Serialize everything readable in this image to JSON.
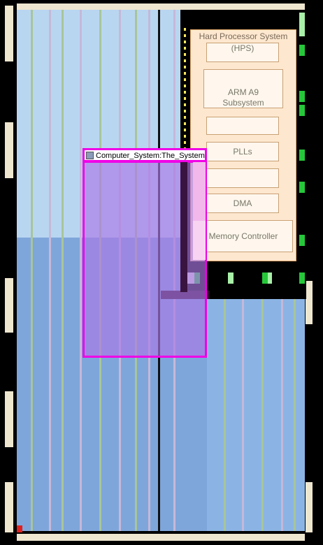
{
  "hps": {
    "title": "Hard Processor System",
    "blocks": [
      "(HPS)",
      "ARM A9\nSubsystem",
      "",
      "PLLs",
      "",
      "DMA",
      "Memory Controller"
    ]
  },
  "region": {
    "label": "Computer_System:The_System"
  },
  "colors": {
    "fabric_light": "#b9d6f1",
    "fabric_blue": "#7fa6da",
    "region_fill": "#aa78e6",
    "region_border": "#f000e6",
    "hps_fill": "#fde7cf",
    "io": "#efe6cf"
  }
}
